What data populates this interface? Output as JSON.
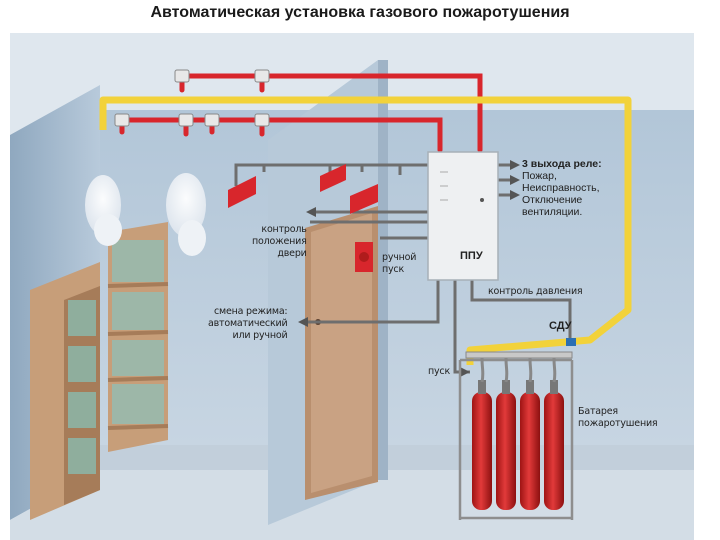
{
  "title": "Автоматическая установка газового пожаротушения",
  "labels": {
    "relay": [
      "3 выхода реле:",
      "Пожар,",
      "Неисправность,",
      "Отключение",
      "вентиляции."
    ],
    "ppu": "ППУ",
    "door_control": [
      "контроль",
      "положения",
      "двери"
    ],
    "manual_start": [
      "ручной",
      "пуск"
    ],
    "pressure_control": "контроль давления",
    "sdu": "СДУ",
    "mode_change": [
      "смена режима:",
      "автоматический",
      "или ручной"
    ],
    "start": "пуск",
    "battery": [
      "Батарея",
      "пожаротушения"
    ]
  },
  "colors": {
    "red_pipe": "#d8262c",
    "yellow_pipe": "#f2d23a",
    "grey_wire": "#6e6e6e",
    "wall_blue": "#a9bfd3",
    "floor": "#cbd6e0",
    "shelf": "#c79e79",
    "door": "#b98f6e",
    "cylinder": "#d32a2a",
    "panel": "#eef0f2"
  }
}
